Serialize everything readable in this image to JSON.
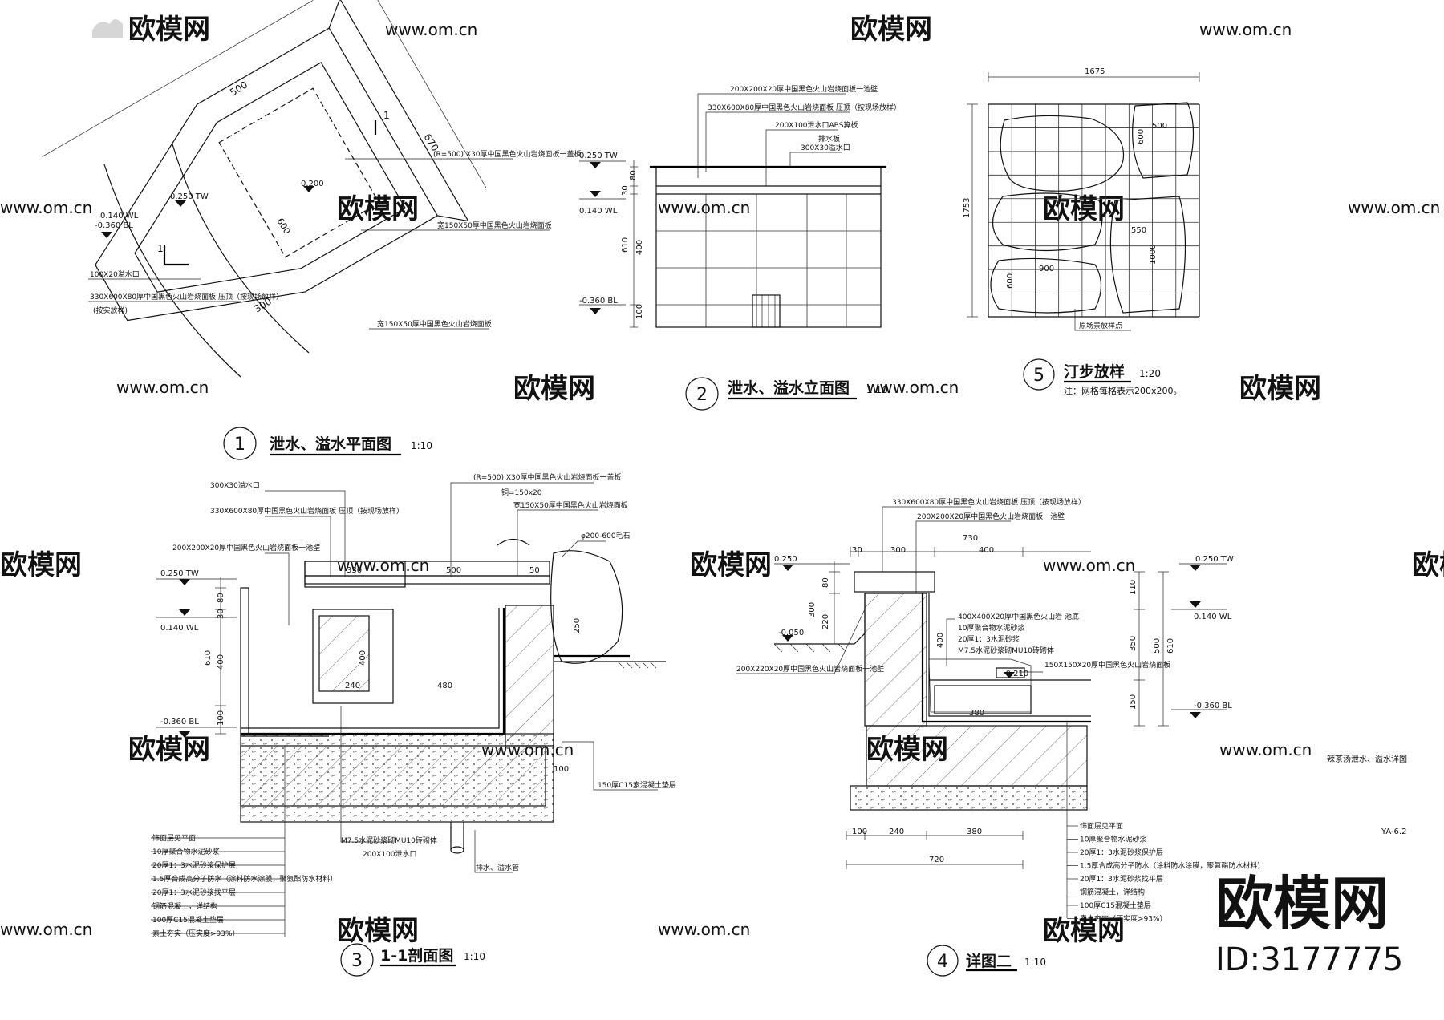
{
  "watermark": {
    "brand": "欧模网",
    "url": "www.om.cn",
    "brand_large": "欧模网",
    "id_text": "ID:3177775"
  },
  "drawings": [
    {
      "number": "1",
      "title": "泄水、溢水平面图",
      "scale": "1:10"
    },
    {
      "number": "2",
      "title": "泄水、溢水立面图",
      "scale": "1:10"
    },
    {
      "number": "3",
      "title": "1-1剖面图",
      "scale": "1:10"
    },
    {
      "number": "4",
      "title": "详图二",
      "scale": "1:10"
    },
    {
      "number": "5",
      "title": "汀步放样",
      "scale": "1:20",
      "note": "注：网格每格表示200x200。"
    }
  ],
  "sheet": {
    "caption": "辣茶汤泄水、溢水详图",
    "number": "YA-6.2"
  },
  "plan": {
    "dims": [
      "500",
      "670",
      "300",
      "600"
    ],
    "section_mark": "1",
    "levels": [
      "0.250 TW",
      "0.200",
      "0.140 WL",
      "-0.360 BL"
    ],
    "notes": [
      "(R=500) X30厚中国黑色火山岩烧面板一盖板",
      "宽150X50厚中国黑色火山岩烧面板",
      "100X20溢水口",
      "330X600X80厚中国黑色火山岩烧面板 压顶（按现场放样）",
      "(按实放样)",
      "宽150X50厚中国黑色火山岩烧面板"
    ]
  },
  "elevation": {
    "levels": [
      "0.250 TW",
      "0.140 WL",
      "-0.360 BL"
    ],
    "dims": [
      "80",
      "30",
      "610",
      "400",
      "100"
    ],
    "notes": [
      "200X200X20厚中国黑色火山岩烧面板一池壁",
      "330X600X80厚中国黑色火山岩烧面板 压顶（按现场放样）",
      "200X100泄水口ABS箅板",
      "排水板",
      "300X30溢水口"
    ]
  },
  "stepping": {
    "dims": [
      "1675",
      "1753",
      "500",
      "550",
      "1000",
      "600",
      "900",
      "600"
    ],
    "notes": [
      "原场景放样点"
    ]
  },
  "section": {
    "levels": [
      "0.250 TW",
      "0.140 WL",
      "-0.360 BL"
    ],
    "dims": [
      "80",
      "30",
      "610",
      "400",
      "100",
      "330",
      "500",
      "50",
      "480",
      "240",
      "250",
      "100",
      "400"
    ],
    "notes_top": [
      "300X30溢水口",
      "330X600X80厚中国黑色火山岩烧面板 压顶（按现场放样）",
      "200X200X20厚中国黑色火山岩烧面板一池壁",
      "(R=500) X30厚中国黑色火山岩烧面板一盖板",
      "铜=150x20",
      "宽150X50厚中国黑色火山岩烧面板",
      "φ200-600毛石"
    ],
    "notes_bottom": [
      "M7.5水泥砂浆砌MU10砖砌体",
      "200X100泄水口",
      "150厚C15素混凝土垫层",
      "排水、溢水管"
    ],
    "legend": [
      "饰面层见平面",
      "10厚聚合物水泥砂浆",
      "20厚1：3水泥砂浆保护层",
      "1.5厚合成高分子防水（涂料防水涂膜，聚氨酯防水材料）",
      "20厚1：3水泥砂浆找平层",
      "钢筋混凝土，详结构",
      "100厚C15混凝土垫层",
      "素土夯实（压实度>93%）"
    ]
  },
  "detail": {
    "levels": [
      "0.250",
      "-0.050",
      "0.250 TW",
      "0.140 WL",
      "-0.210",
      "-0.360 BL"
    ],
    "dims": [
      "730",
      "30",
      "300",
      "400",
      "80",
      "220",
      "300",
      "400",
      "380",
      "110",
      "350",
      "150",
      "500",
      "610",
      "100",
      "240",
      "380",
      "720"
    ],
    "notes": [
      "330X600X80厚中国黑色火山岩烧面板 压顶（按现场放样）",
      "200X200X20厚中国黑色火山岩烧面板一池壁",
      "400X400X20厚中国黑色火山岩 池底",
      "10厚聚合物水泥砂浆",
      "20厚1：3水泥砂浆",
      "M7.5水泥砂浆砌MU10砖砌体",
      "150X150X20厚中国黑色火山岩烧面板",
      "200X220X20厚中国黑色火山岩烧面板一池壁"
    ],
    "legend": [
      "饰面层见平面",
      "10厚聚合物水泥砂浆",
      "20厚1：3水泥砂浆保护层",
      "1.5厚合成高分子防水（涂料防水涂膜，聚氨酯防水材料）",
      "20厚1：3水泥砂浆找平层",
      "钢筋混凝土，详结构",
      "100厚C15混凝土垫层",
      "素土夯实（压实度>93%）"
    ]
  }
}
